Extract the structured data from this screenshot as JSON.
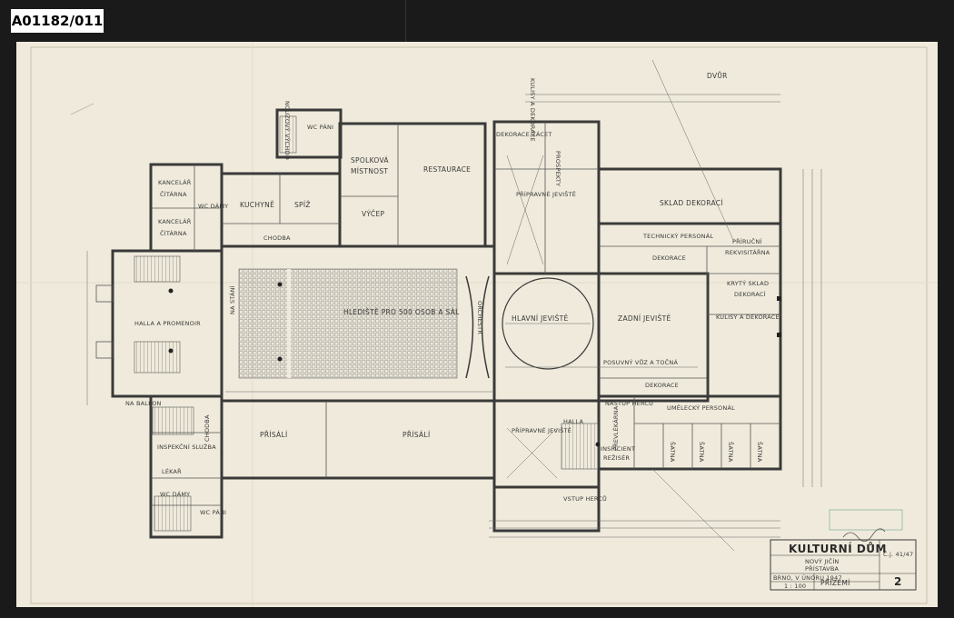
{
  "id_tag": "A01182/011",
  "rooms": {
    "dvur": "DVŮR",
    "wc_pani_top": "WC PÁNI",
    "nouzovy_vychod": "NOUZOVÝ VÝCHOD",
    "spolkova": "SPOLKOVÁ",
    "mistnost": "MÍSTNOST",
    "restaurace": "RESTAURACE",
    "kulisy_dekorace_top": "KULISY A DEKORACE",
    "dekorace_zacet": "DEKORACE ZÁCET",
    "kancelar1": "KANCELÁŘ",
    "citarna1": "ČÍTÁRNA",
    "kancelar2": "KANCELÁŘ",
    "citarna2": "ČÍTÁRNA",
    "wc_damy_top": "WC DÁMY",
    "kuchyne": "KUCHYNĚ",
    "spiz": "SPÍŽ",
    "vycep": "VÝČEP",
    "chodba_top": "CHODBA",
    "pripravne_jeviste1": "PŘÍPRAVNÉ JEVIŠTĚ",
    "prospekty": "PROSPEKTY",
    "sklad_dekoraci": "SKLAD DEKORACÍ",
    "technicky_personal": "TECHNICKÝ PERSONÁL",
    "dekorace_mid": "DEKORACE",
    "prirucni": "PŘÍRUČNÍ",
    "rekvisitarna": "REKVISITÁŘNA",
    "kryty_sklad": "KRYTÝ SKLAD",
    "dekoraci": "DEKORACÍ",
    "kulisy_dekorace_right": "KULISY A DEKORACE",
    "halla_promenoir": "HALLA A PROMENOIR",
    "na_stani": "NA STÁNÍ",
    "hlediste": "HLEDIŠTĚ PRO 500 OSOB A SÁL",
    "orchestr": "ORCHESTR",
    "hlavni_jeviste": "HLAVNÍ JEVIŠTĚ",
    "zadni_jeviste": "ZADNÍ JEVIŠTĚ",
    "posuvny_vuz": "POSUVNÝ VŮZ A TOČNÁ",
    "dekorace_low": "DEKORACE",
    "na_balkon": "NA BALKON",
    "prisali1": "PŘÍSÁLÍ",
    "prisali2": "PŘÍSÁLÍ",
    "pripravne_jeviste2": "PŘÍPRAVNÉ JEVIŠTĚ",
    "halla_small": "HALLA",
    "nastup_hercu": "NÁSTUP HERCŮ",
    "umelecky_personal": "UMĚLECKÝ PERSONÁL",
    "inspekcni_sluzba": "INSPEKČNÍ SLUŽBA",
    "lekar": "LÉKAŘ",
    "chodba_low": "CHODBA",
    "inspicient": "INSPICIENT",
    "reziser": "REŽISÉR",
    "prevlekarna": "PŘEVLÉKÁRNA",
    "satna1": "ŠATNA",
    "satna2": "ŠATNA",
    "satna3": "ŠATNA",
    "satna4": "ŠATNA",
    "wc_damy_low": "WC DÁMY",
    "wc_pani_low": "WC PÁNI",
    "vstup_hercu": "VSTUP HERCŮ"
  },
  "title_block": {
    "title": "KULTURNÍ DŮM",
    "location": "NOVÝ JIČÍN",
    "sheet_type": "PŘÍSTAVBA",
    "date": "BRNO, V ÚNORU 1947",
    "scale": "1 : 100",
    "floor": "PŘÍZEMÍ",
    "sheet_number": "2",
    "side_note": "Č.j. 41/47"
  }
}
